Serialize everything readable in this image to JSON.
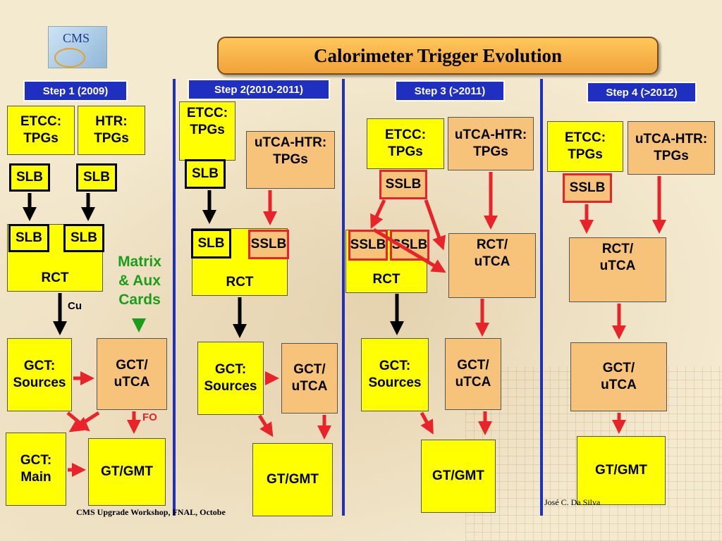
{
  "title": "Calorimeter Trigger Evolution",
  "logo": {
    "text": "CMS"
  },
  "steps": [
    {
      "label": "Step 1 (2009)"
    },
    {
      "label": "Step 2(2010-2011)"
    },
    {
      "label": "Step 3 (>2011)"
    },
    {
      "label": "Step 4 (>2012)"
    }
  ],
  "step1": {
    "etcc": "ETCC:\nTPGs",
    "htr": "HTR:\nTPGs",
    "slb1": "SLB",
    "slb2": "SLB",
    "rct_slb1": "SLB",
    "rct_slb2": "SLB",
    "rct": "RCT",
    "matrix": "Matrix\n& Aux\nCards",
    "cu": "Cu",
    "gct_sources": "GCT:\nSources",
    "gct_utca": "GCT/\nuTCA",
    "fo": "FO",
    "gct_main": "GCT:\nMain",
    "gt": "GT/GMT"
  },
  "step2": {
    "etcc": "ETCC:\nTPGs",
    "utca_htr": "uTCA-HTR:\nTPGs",
    "slb": "SLB",
    "rct_slb": "SLB",
    "rct_sslb": "SSLB",
    "rct": "RCT",
    "gct_sources": "GCT:\nSources",
    "gct_utca": "GCT/\nuTCA",
    "gt": "GT/GMT"
  },
  "step3": {
    "etcc": "ETCC:\nTPGs",
    "utca_htr": "uTCA-HTR:\nTPGs",
    "sslb": "SSLB",
    "rct_sslb1": "SSLB",
    "rct_sslb2": "SSLB",
    "rct": "RCT",
    "rct_utca": "RCT/\nuTCA",
    "gct_sources": "GCT:\nSources",
    "gct_utca": "GCT/\nuTCA",
    "gt": "GT/GMT"
  },
  "step4": {
    "etcc": "ETCC:\nTPGs",
    "utca_htr": "uTCA-HTR:\nTPGs",
    "sslb": "SSLB",
    "rct_utca": "RCT/\nuTCA",
    "gct_utca": "GCT/\nuTCA",
    "gt": "GT/GMT"
  },
  "footer": {
    "left": "CMS Upgrade Workshop, FNAL, Octobe",
    "right": "José C. Da Silva"
  },
  "colors": {
    "yellow": "#ffff00",
    "orange": "#f7c27a",
    "red": "#e8232a",
    "blue": "#1f2fbf",
    "green": "#1a9e1a"
  }
}
